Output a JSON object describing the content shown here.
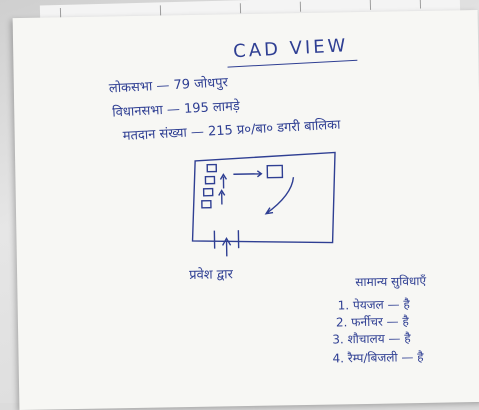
{
  "header": {
    "title": "CAD VIEW"
  },
  "details": [
    "लोकसभा — 79 जोधपुर",
    "विधानसभा — 195 लामड़े",
    "मतदान संख्या — 215 प्र०/बा० डगरी बालिका"
  ],
  "sketch": {
    "entrance_label": "प्रवेश द्वार",
    "arrow_up": "↑"
  },
  "advantages": {
    "title": "सामान्य सुविधाएँ",
    "items": [
      "1. पेयजल — है",
      "2. फर्नीचर — है",
      "3. शौचालय — है",
      "4. रैम्प/बिजली — है"
    ]
  },
  "colors": {
    "ink": "#2f3f93",
    "paper": "#f7f7f4"
  }
}
